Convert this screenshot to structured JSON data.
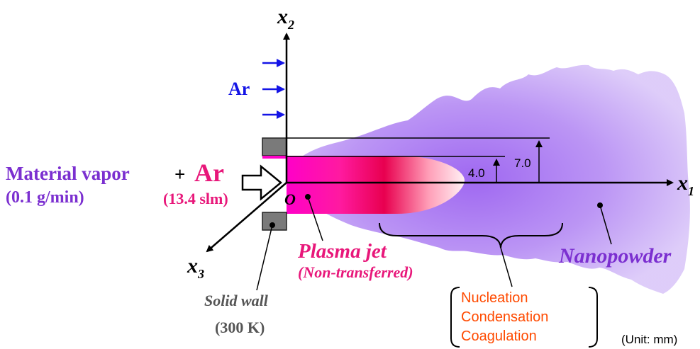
{
  "axes": {
    "x1_var": "x",
    "x1_sub": "1",
    "x2_var": "x",
    "x2_sub": "2",
    "x3_var": "x",
    "x3_sub": "3",
    "origin": "O"
  },
  "inlet": {
    "material_vapor": "Material vapor",
    "plus": "+",
    "ar_main": "Ar",
    "material_rate": "(0.1 g/min)",
    "ar_rate": "(13.4 slm)"
  },
  "ar_side_label": "Ar",
  "dimensions": {
    "inner": "4.0",
    "outer": "7.0"
  },
  "labels": {
    "plasma_jet": "Plasma jet",
    "non_transferred": "(Non-transferred)",
    "nanopowder": "Nanopowder",
    "solid_wall": "Solid wall",
    "wall_temp": "(300 K)",
    "unit": "(Unit: mm)"
  },
  "processes": [
    "Nucleation",
    "Condensation",
    "Coagulation"
  ],
  "colors": {
    "vapor_purple": "#7b2fd0",
    "ar_magenta": "#e8177a",
    "ar_side_blue": "#1414e6",
    "plasma_pink": "#ff00aa",
    "nanopowder_violet": "#a678f0",
    "wall_gray": "#7a7a7a",
    "process_orange": "#ff4a00"
  }
}
